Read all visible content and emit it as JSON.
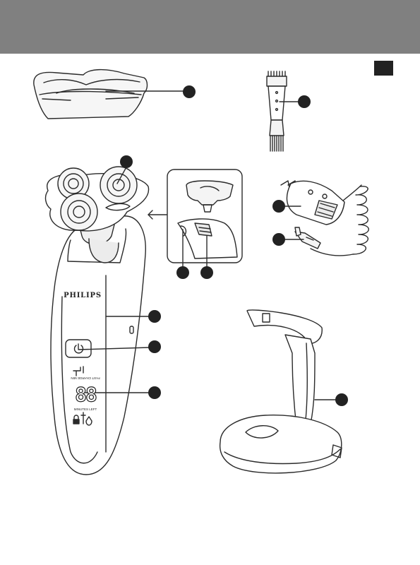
{
  "brand": {
    "name": "PHILIPS"
  },
  "display": {
    "digits": "88",
    "top_label": "FAST CHARGE MIN",
    "bottom_label": "MINUTES LEFT"
  },
  "colors": {
    "header_band": "#808080",
    "lang_tab": "#222222",
    "line": "#2a2a2a",
    "callout": "#222222"
  }
}
